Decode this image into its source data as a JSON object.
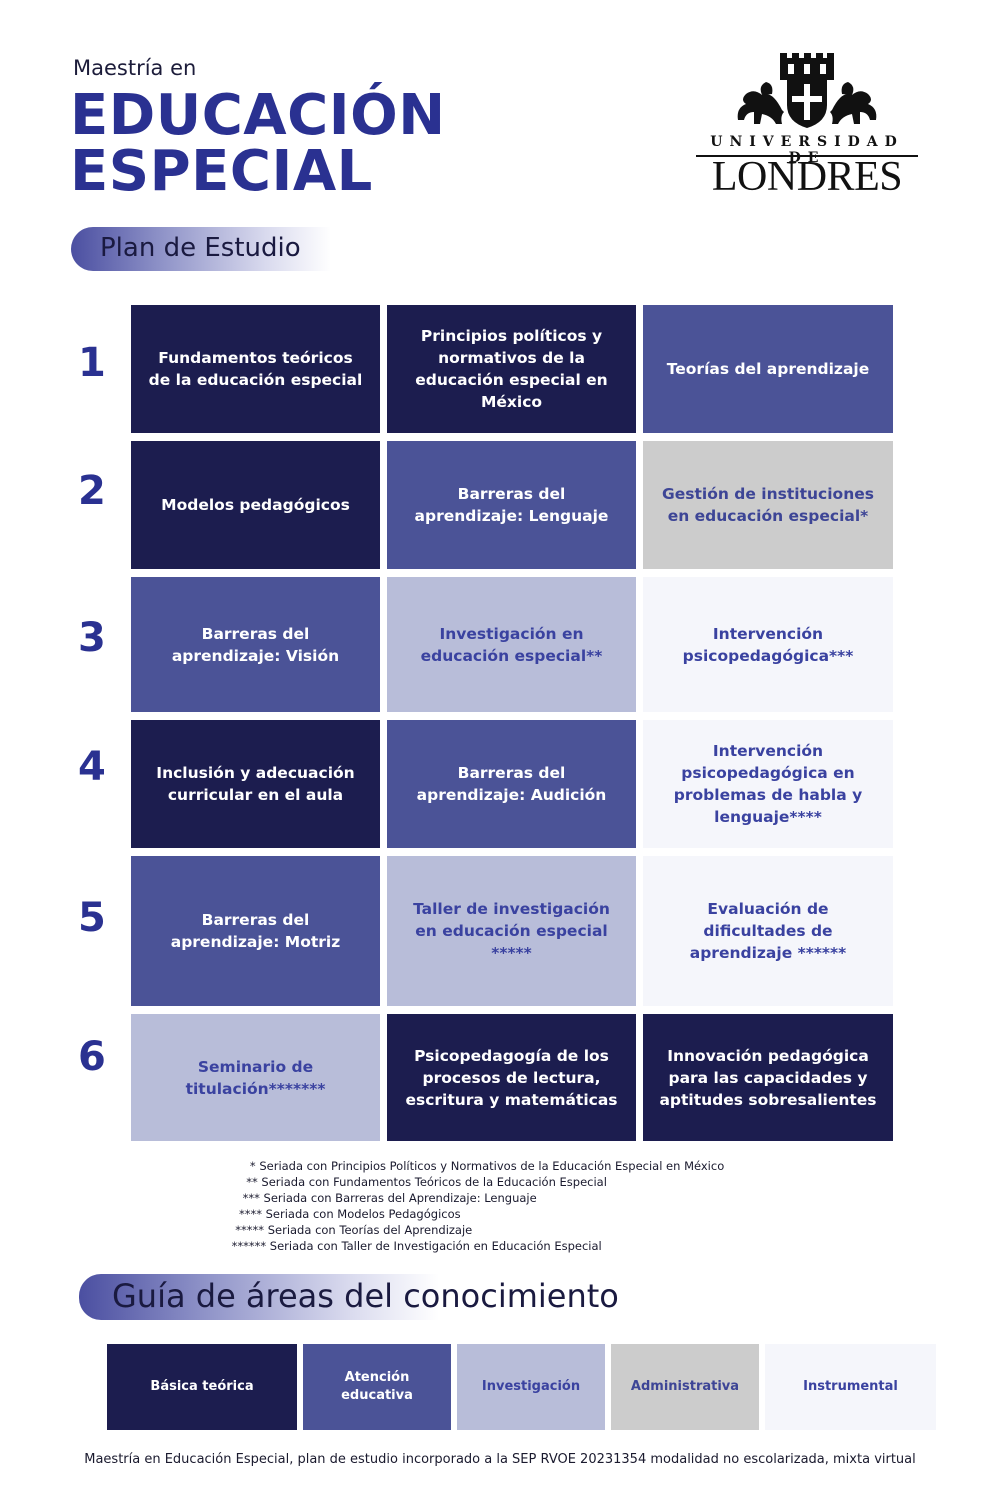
{
  "header": {
    "pre_title": "Maestría en",
    "title_line1": "EDUCACIÓN",
    "title_line2": "ESPECIAL"
  },
  "logo": {
    "line1": "UNIVERSIDAD DE",
    "line2": "LONDRES"
  },
  "plan_label": "Plan de Estudio",
  "semesters": [
    {
      "number": "1",
      "courses": [
        "Fundamentos teóricos de la educación especial",
        "Principios políticos y normativos de la educación especial en México",
        "Teorías del aprendizaje"
      ]
    },
    {
      "number": "2",
      "courses": [
        "Modelos pedagógicos",
        "Barreras del aprendizaje: Lenguaje",
        "Gestión de instituciones en educación especial*"
      ]
    },
    {
      "number": "3",
      "courses": [
        "Barreras del aprendizaje: Visión",
        "Investigación en educación especial**",
        "Intervención psicopedagógica***"
      ]
    },
    {
      "number": "4",
      "courses": [
        "Inclusión y adecuación curricular en el aula",
        "Barreras del aprendizaje: Audición",
        "Intervención psicopedagógica en problemas de habla y lenguaje****"
      ]
    },
    {
      "number": "5",
      "courses": [
        "Barreras del aprendizaje: Motriz",
        "Taller de investigación en educación especial *****",
        "Evaluación de dificultades de aprendizaje ******"
      ]
    },
    {
      "number": "6",
      "courses": [
        "Seminario de titulación*******",
        "Psicopedagogía de los procesos de lectura, escritura y matemáticas",
        "Innovación pedagógica para las capacidades y aptitudes sobresalientes"
      ]
    }
  ],
  "notes": [
    "      * Seriada con Principios Políticos y Normativos de la Educación Especial en México",
    "     ** Seriada con Fundamentos Teóricos de la Educación Especial",
    "    *** Seriada con Barreras del Aprendizaje: Lenguaje",
    "   **** Seriada con Modelos Pedagógicos",
    "  ***** Seriada con Teorías del Aprendizaje",
    " ****** Seriada con Taller de Investigación en Educación Especial"
  ],
  "guide_label": "Guía de áreas del conocimiento",
  "legend": [
    {
      "label": "Básica teórica",
      "color": "#1c1d4f"
    },
    {
      "label": "Atención educativa",
      "color": "#4b5397"
    },
    {
      "label": "Investigación",
      "color": "#b8bdd9"
    },
    {
      "label": "Administrativa",
      "color": "#cccccc"
    },
    {
      "label": "Instrumental",
      "color": "#f5f6fb"
    }
  ],
  "footer": "Maestría en Educación Especial, plan de estudio incorporado a la SEP RVOE 20231354 modalidad no escolarizada, mixta virtual"
}
